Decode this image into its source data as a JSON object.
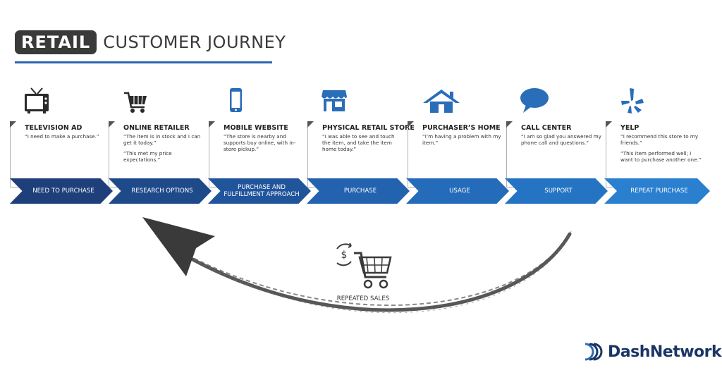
{
  "header": {
    "title_highlight": "RETAIL",
    "title_rest": "CUSTOMER JOURNEY"
  },
  "stages": [
    {
      "name": "TELEVISION AD",
      "quotes": [
        "“I need to make a purchase.”"
      ],
      "phase": "NEED TO PURCHASE",
      "icon": "tv-icon",
      "color": "#1e3f7a"
    },
    {
      "name": "ONLINE RETAILER",
      "quotes": [
        "“The item is in stock and I can get it today.”",
        "“This met my price expectations.”"
      ],
      "phase": "RESEARCH OPTIONS",
      "icon": "shopping-cart-icon",
      "color": "#1f4a8a"
    },
    {
      "name": "MOBILE WEBSITE",
      "quotes": [
        "“The store is nearby and supports buy online, with in-store pickup.”"
      ],
      "phase": "PURCHASE AND FULFILLMENT APPROACH",
      "icon": "mobile-phone-icon",
      "color": "#21559b"
    },
    {
      "name": "PHYSICAL RETAIL STORE",
      "quotes": [
        "“I was able to see and touch the item, and take the item home today.”"
      ],
      "phase": "PURCHASE",
      "icon": "storefront-icon",
      "color": "#2362ae"
    },
    {
      "name": "PURCHASER’S HOME",
      "quotes": [
        "“I’m having a problem with my item.”"
      ],
      "phase": "USAGE",
      "icon": "house-icon",
      "color": "#246bba"
    },
    {
      "name": "CALL CENTER",
      "quotes": [
        "“I am so glad you answered my phone call and questions.”"
      ],
      "phase": "SUPPORT",
      "icon": "speech-bubble-icon",
      "color": "#2574c3"
    },
    {
      "name": "YELP",
      "quotes": [
        "“I recommend this store to my friends.”",
        "“This item performed well; I want to purchase another one.”"
      ],
      "phase": "REPEAT PURCHASE",
      "icon": "yelp-icon",
      "color": "#2a7fcf"
    }
  ],
  "repeat": {
    "label": "REPEATED SALES",
    "icon": "cart-refresh-dollar-icon"
  },
  "logo": {
    "text": "DashNetwork",
    "icon": "dashnetwork-logo-icon"
  },
  "colors": {
    "accent": "#2a66b0",
    "dark": "#3a3a3a",
    "icon_blue": "#2a6db8"
  }
}
